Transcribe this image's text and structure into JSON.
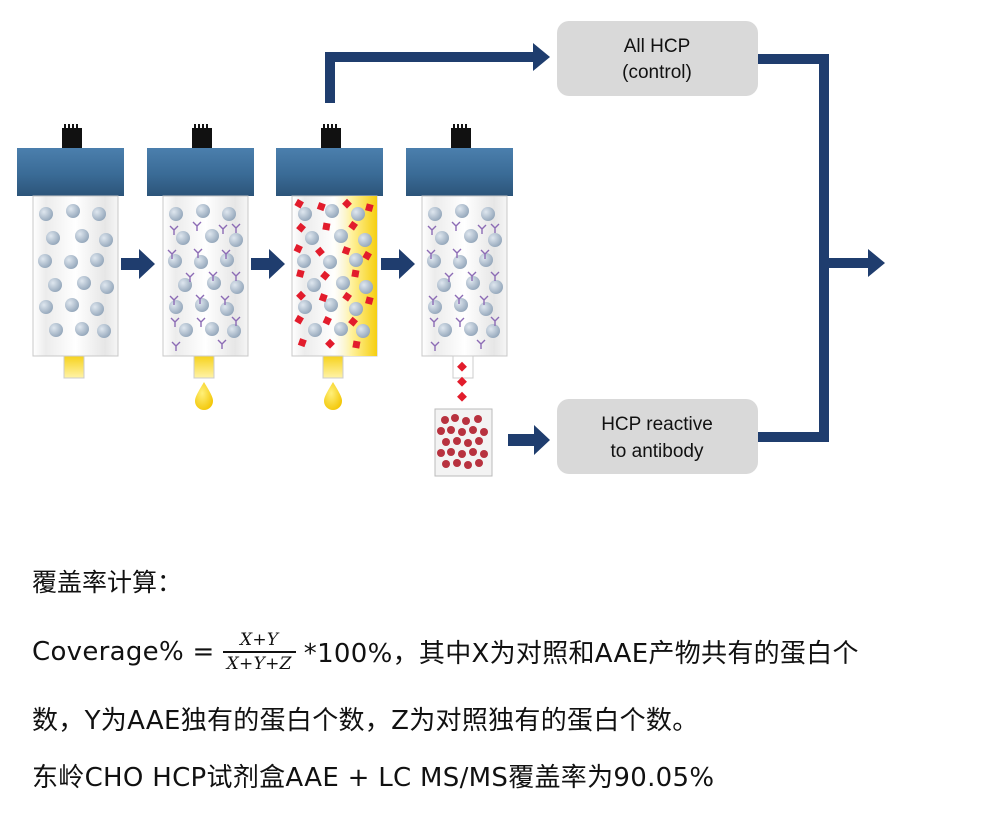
{
  "diagram": {
    "box_control_line1": "All  HCP",
    "box_control_line2": "(control)",
    "box_reactive_line1": "HCP reactive",
    "box_reactive_line2": "to antibody",
    "colors": {
      "column_cap": "#3a6b96",
      "arrow": "#1f3d6e",
      "box_fill": "#d9d9d9",
      "bead": "#a9b9c9",
      "hcp_red": "#e21c2c",
      "eluate_yellow": "#f6d21c",
      "antibody_purple": "#8c6bb5"
    }
  },
  "text": {
    "heading": "覆盖率计算：",
    "formula_lhs": "Coverage% = ",
    "formula_num": "X+Y",
    "formula_den": "X+Y+Z",
    "formula_rest": "*100%，其中X为对照和AAE产物共有的蛋白个",
    "line2": "数，Y为AAE独有的蛋白个数，Z为对照独有的蛋白个数。",
    "line3": "东岭CHO HCP试剂盒AAE + LC MS/MS覆盖率为90.05%"
  }
}
